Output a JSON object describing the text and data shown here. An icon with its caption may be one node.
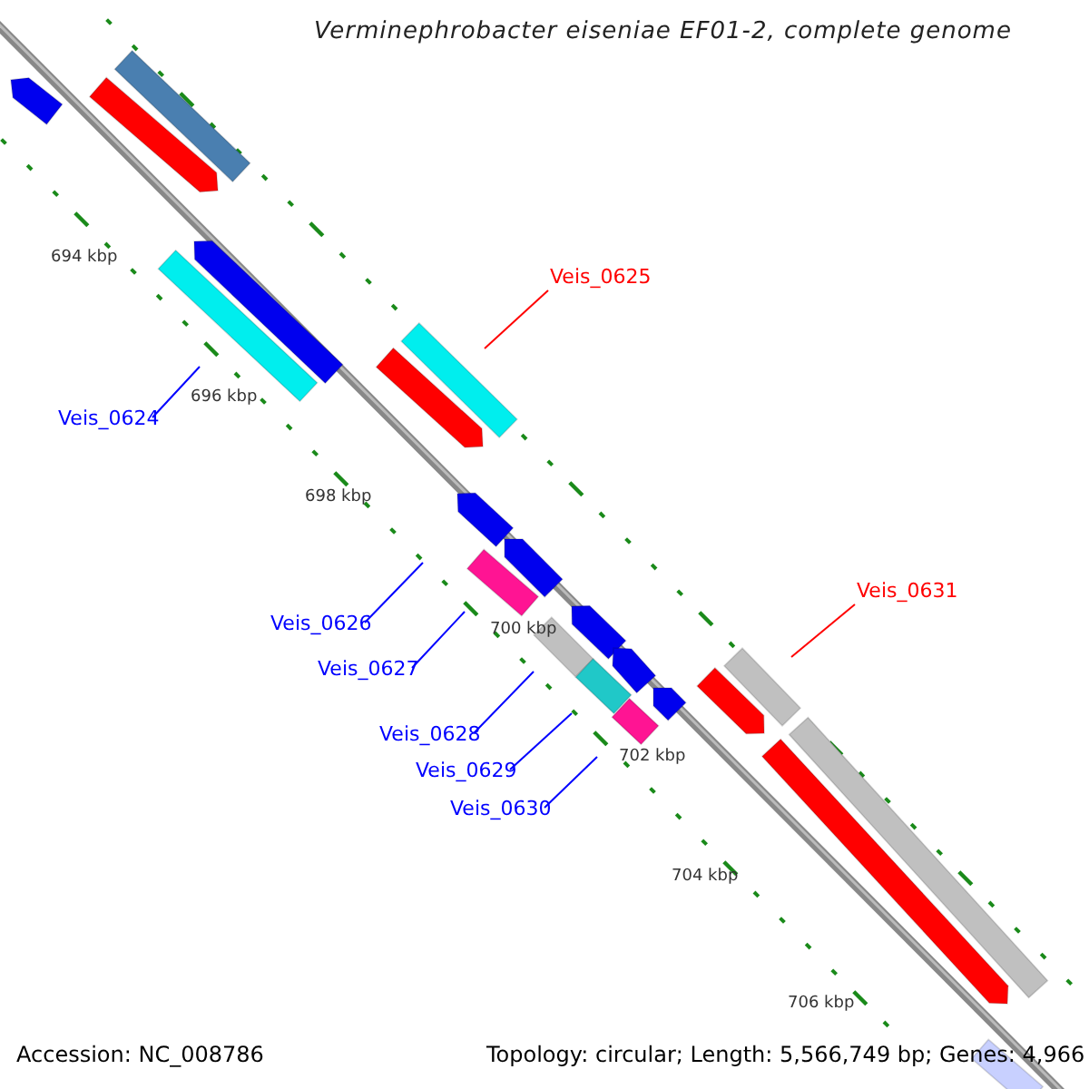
{
  "diagram": {
    "title": "Verminephrobacter eiseniae EF01-2, complete genome",
    "nodes": [
      {
        "text": [
          "Veis_0625"
        ]
      },
      {
        "text": [
          "Veis_0624"
        ]
      },
      {
        "text": [
          "Veis_0631"
        ]
      },
      {
        "text": [
          "Veis_0626"
        ]
      },
      {
        "text": [
          "Veis_0627"
        ]
      },
      {
        "text": [
          "Veis_0628"
        ]
      },
      {
        "text": [
          "Veis_0629"
        ]
      },
      {
        "text": [
          "Veis_0630"
        ]
      }
    ],
    "edges": [
      {
        "from": 0,
        "to": null,
        "arrow": "none",
        "color": "#ff0000"
      },
      {
        "from": 1,
        "to": null,
        "arrow": "none"
      },
      {
        "from": 2,
        "to": null,
        "arrow": "none",
        "color": "#ff0000"
      },
      {
        "from": 3,
        "to": null,
        "arrow": "none"
      },
      {
        "from": 4,
        "to": null,
        "arrow": "none"
      },
      {
        "from": 5,
        "to": null,
        "arrow": "none"
      },
      {
        "from": 6,
        "to": null,
        "arrow": "none"
      },
      {
        "from": 7,
        "to": null,
        "arrow": "none"
      }
    ],
    "labels": [
      "694 kbp",
      "696 kbp",
      "698 kbp",
      "700 kbp",
      "702 kbp",
      "704 kbp",
      "706 kbp",
      "Accession: NC_008786",
      "Topology: circular; Length: 5,566,749 bp; Genes: 4,966"
    ]
  }
}
